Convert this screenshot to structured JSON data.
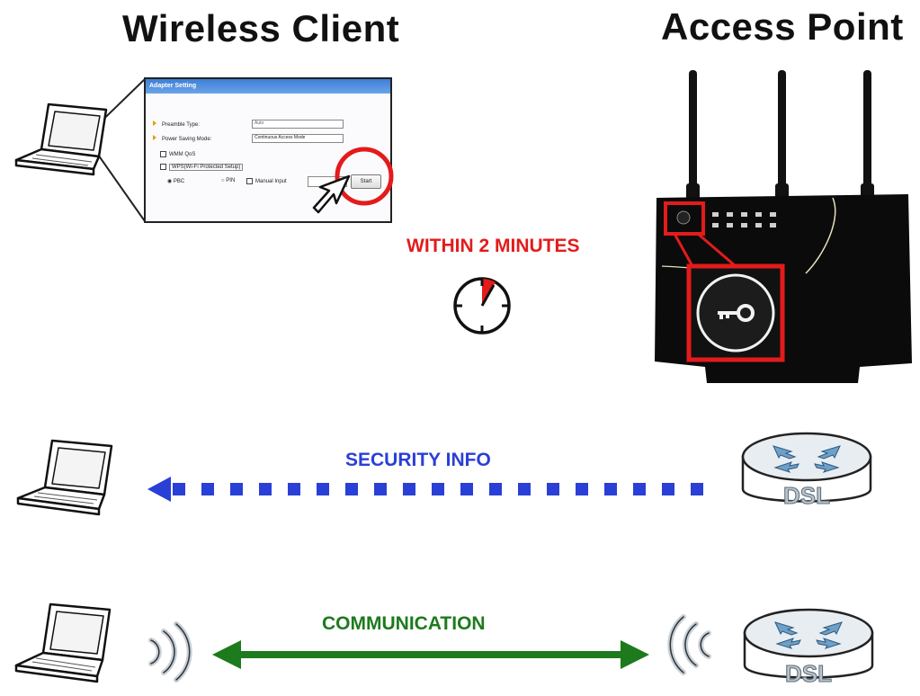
{
  "titles": {
    "wireless_client": "Wireless Client",
    "access_point": "Access Point"
  },
  "labels": {
    "within": "WITHIN 2 MINUTES",
    "security": "SECURITY INFO",
    "communication": "COMMUNICATION"
  },
  "adapter_window": {
    "title": "Adapter Setting",
    "preamble_label": "Preamble Type:",
    "preamble_value": "Auto",
    "power_label": "Power Saving Mode:",
    "power_value": "Continuous Access Mode",
    "wmm_label": "WMM QoS",
    "wps_label": "WPS(Wi-Fi Protected Setup)",
    "pbc_label": "PBC",
    "pin_label": "PIN",
    "manual_label": "Manual Input",
    "start_label": "Start"
  },
  "router": {
    "badge": "DSL"
  },
  "colors": {
    "highlight_red": "#e31b1b",
    "security_blue": "#2a3fd6",
    "communication_green": "#1d7a1d",
    "title_black": "#111111"
  },
  "icons": [
    "laptop-icon",
    "stopwatch-icon",
    "router-icon",
    "wireless-signal-icon",
    "mouse-pointer-icon",
    "key-icon"
  ]
}
